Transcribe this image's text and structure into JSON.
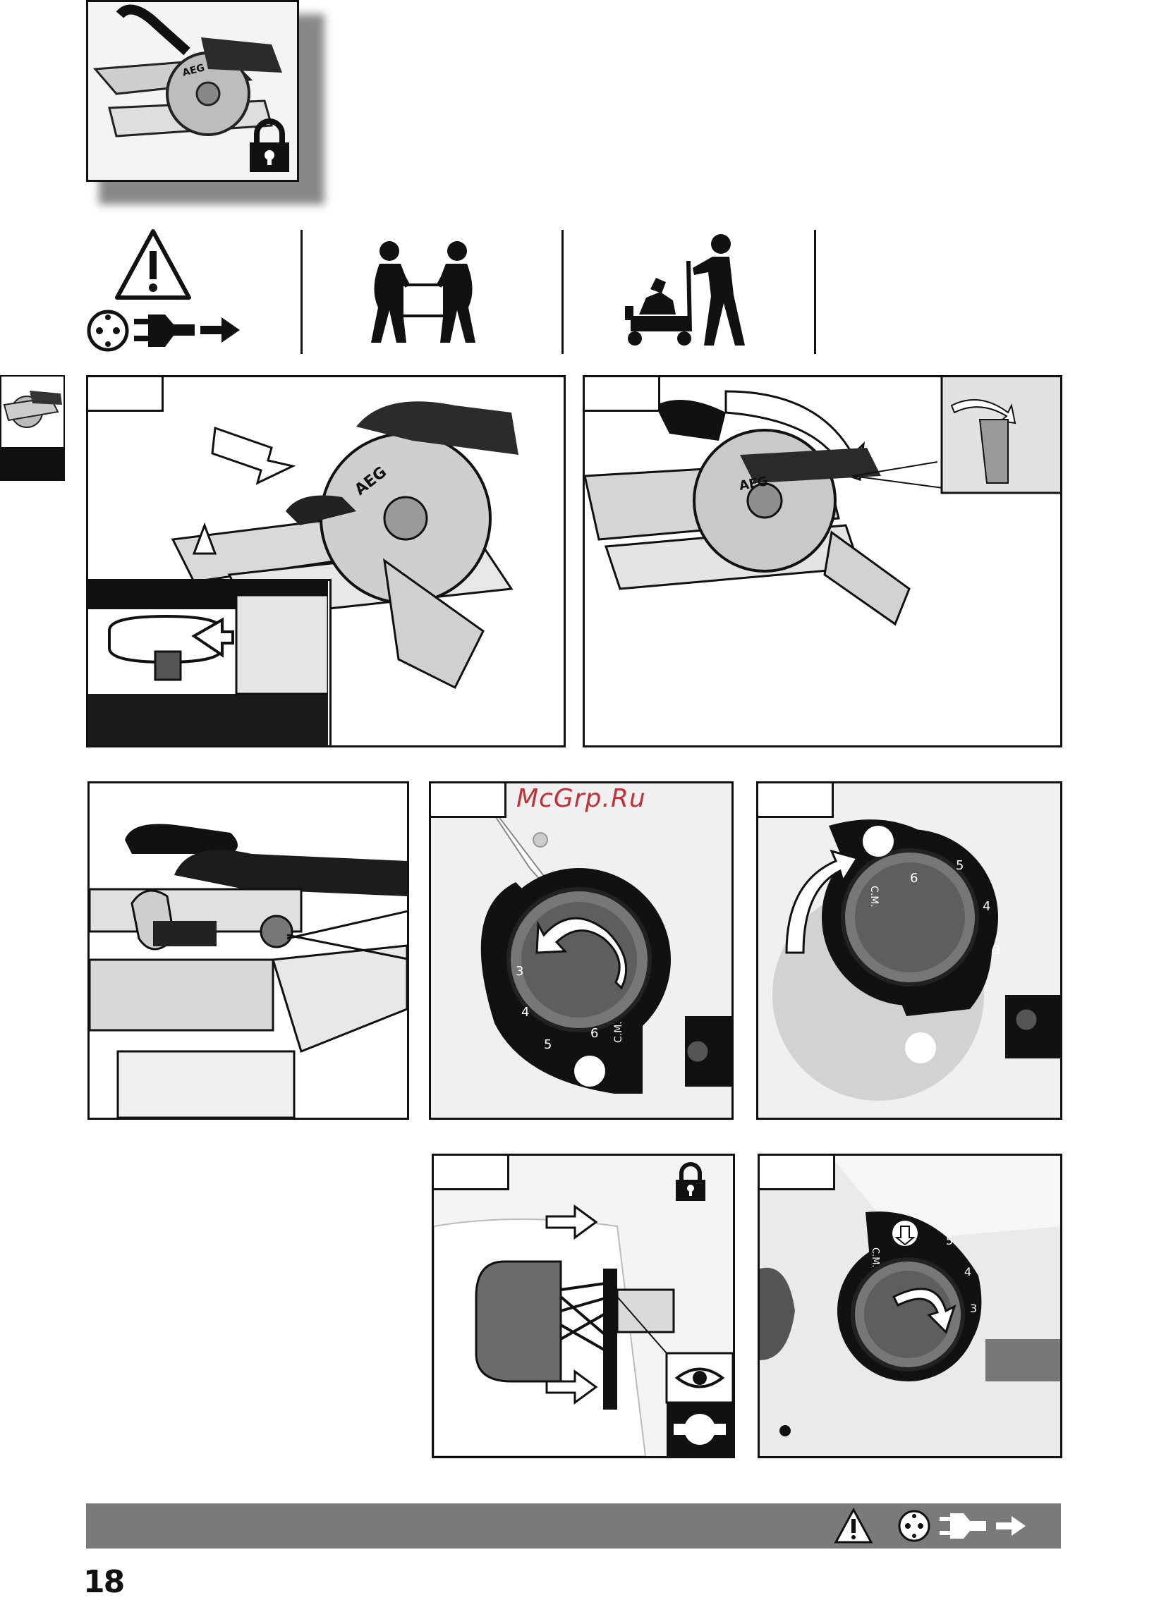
{
  "page": {
    "number": "18"
  },
  "watermark": "McGrp.Ru",
  "logo_text": "AEG",
  "dial_marks": [
    "3",
    "4",
    "5",
    "6",
    "C.M."
  ],
  "icons": {
    "top": [
      "lock-icon"
    ],
    "safety_row": [
      "warning-triangle-icon",
      "socket-icon",
      "plug-icon",
      "arrow-right-icon",
      "two-person-lift-icon",
      "trolley-transport-icon"
    ],
    "footer": [
      "warning-triangle-icon",
      "socket-icon",
      "plug-icon",
      "arrow-right-icon"
    ]
  }
}
